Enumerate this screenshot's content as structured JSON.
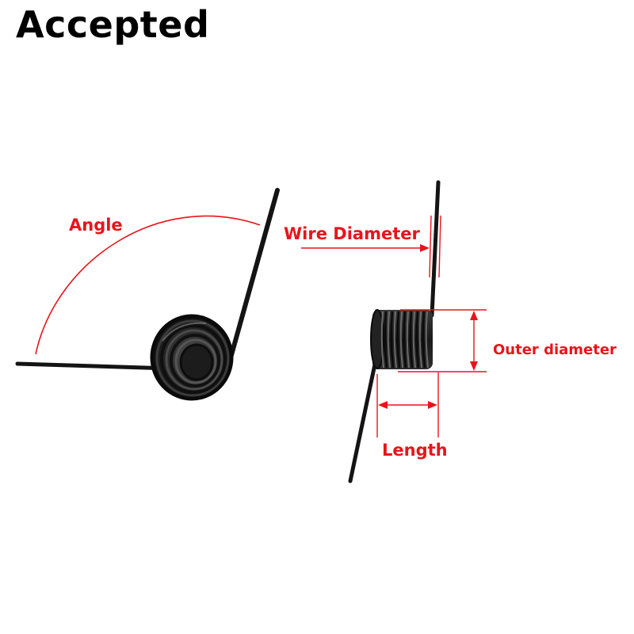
{
  "heading": "Accepted",
  "labels": {
    "angle": "Angle",
    "wire_diameter": "Wire Diameter",
    "outer_diameter": "Outer diameter",
    "length": "Length"
  },
  "colors": {
    "annotation": "#e8141b",
    "spring": "#141414",
    "text": "#000000",
    "background": "#ffffff"
  }
}
